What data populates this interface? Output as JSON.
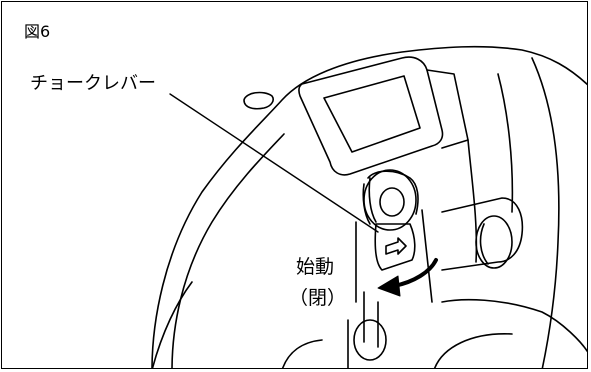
{
  "figure": {
    "label": "図6"
  },
  "callout": {
    "text": "チョークレバー"
  },
  "action": {
    "text": "始動",
    "state": "（閉）"
  }
}
